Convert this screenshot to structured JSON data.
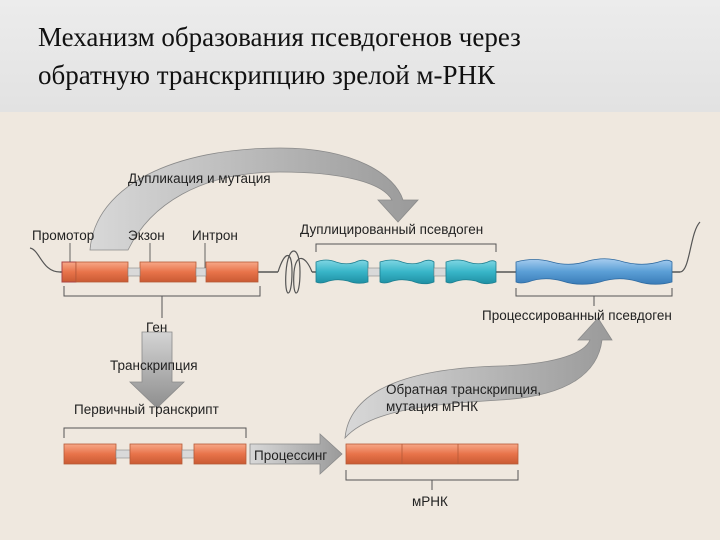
{
  "title": {
    "line1": "Механизм образования псевдогенов через",
    "line2": "обратную транскрипцию зрелой м-РНК"
  },
  "colors": {
    "exon": "#e8734a",
    "exon_light": "#f4a07c",
    "pseudogene_dup": "#38b5c8",
    "pseudogene_proc": "#5b9fd6",
    "arrow_gray": "#a8a8a8",
    "panel_bg": "#efe8df"
  },
  "labels": {
    "duplication": "Дупликация и мутация",
    "promoter": "Промотор",
    "exon": "Экзон",
    "intron": "Интрон",
    "duplicated_pseudogene": "Дуплицированный псевдоген",
    "processed_pseudogene": "Процессированный псевдоген",
    "gene": "Ген",
    "transcription": "Транскрипция",
    "primary_transcript": "Первичный транскрипт",
    "reverse_transcription_line1": "Обратная транскрипция,",
    "reverse_transcription_line2": "мутация мРНК",
    "processing": "Процессинг",
    "mrna": "мРНК"
  }
}
